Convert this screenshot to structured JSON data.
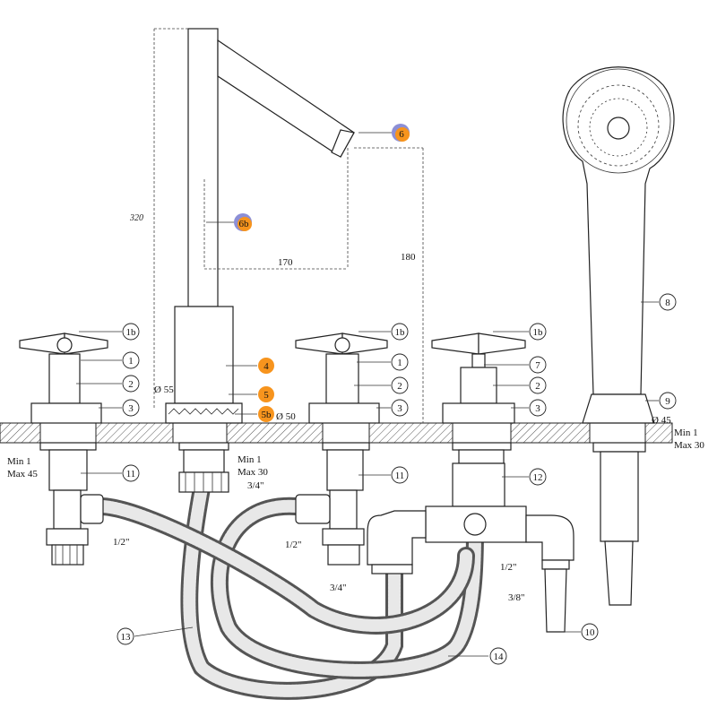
{
  "dimensions": {
    "height_spout": "320",
    "reach": "170",
    "spout_height": "180",
    "dia_55": "Ø 55",
    "dia_50": "Ø 50",
    "dia_45": "Ø 45",
    "left_minmax": "Min 1\nMax 45",
    "left_min": "Min 1",
    "left_max": "Max 45",
    "mid_min": "Min 1",
    "mid_max": "Max 30",
    "right_min": "Min 1",
    "right_max": "Max 30"
  },
  "threads": {
    "half_left": "1/2\"",
    "three_quarter_mid": "3/4\"",
    "half_center": "1/2\"",
    "three_quarter_lower": "3/4\"",
    "half_right": "1/2\"",
    "three_eighth": "3/8\""
  },
  "callouts": [
    {
      "id": "1b_a",
      "label": "1b"
    },
    {
      "id": "1_a",
      "label": "1"
    },
    {
      "id": "2_a",
      "label": "2"
    },
    {
      "id": "3_a",
      "label": "3"
    },
    {
      "id": "1b_b",
      "label": "1b"
    },
    {
      "id": "1_b",
      "label": "1"
    },
    {
      "id": "2_b",
      "label": "2"
    },
    {
      "id": "3_b",
      "label": "3"
    },
    {
      "id": "1b_c",
      "label": "1b"
    },
    {
      "id": "7",
      "label": "7"
    },
    {
      "id": "2_c",
      "label": "2"
    },
    {
      "id": "3_c",
      "label": "3"
    },
    {
      "id": "8",
      "label": "8"
    },
    {
      "id": "9",
      "label": "9"
    },
    {
      "id": "11_a",
      "label": "11"
    },
    {
      "id": "11_b",
      "label": "11"
    },
    {
      "id": "12",
      "label": "12"
    },
    {
      "id": "13",
      "label": "13"
    },
    {
      "id": "14",
      "label": "14"
    },
    {
      "id": "10",
      "label": "10"
    }
  ],
  "badges": [
    {
      "id": "4",
      "label": "4",
      "color": "#f7941d"
    },
    {
      "id": "5",
      "label": "5",
      "color": "#f7941d"
    },
    {
      "id": "5b",
      "label": "5b",
      "color": "#f7941d"
    },
    {
      "id": "6",
      "label": "6",
      "color": "#f7941d",
      "ring": "#8c8fd6"
    },
    {
      "id": "6b",
      "label": "6b",
      "color": "#f7941d",
      "ring": "#8c8fd6"
    }
  ]
}
